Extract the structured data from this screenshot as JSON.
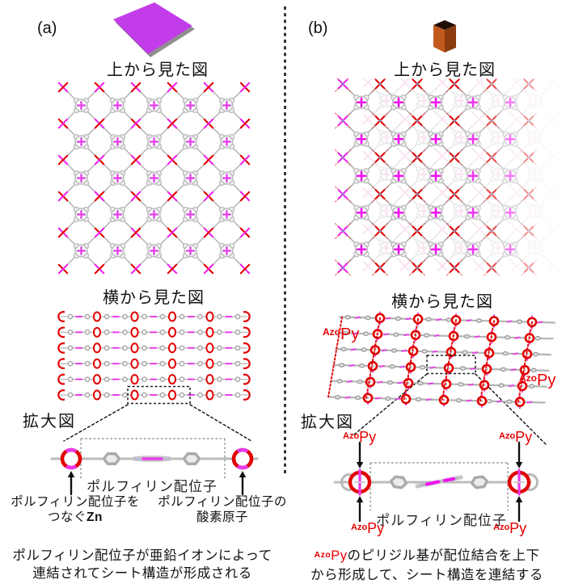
{
  "colors": {
    "red": "#e10000",
    "magenta": "#ee22ee",
    "zn": "#e83ae8",
    "pink_ghost": "#f0a8d8",
    "bond_gray": "#b2b2b2",
    "atom_gray": "#c2c2c2",
    "nitrogen": "#9292dc",
    "steel": "#7f8fc0",
    "black": "#1a1a1a",
    "dash_gray": "#999999",
    "azopy_red": "#e60000"
  },
  "panel_a": {
    "label": "(a)",
    "sheet_color": "#c33ce9",
    "sheet_shadow": "#454545",
    "top_view_title": "上から見た図",
    "side_view_title": "横から見た図",
    "zoom_title": "拡大図",
    "ligand_label": "ポルフィリン配位子",
    "annotation_zn_line1": "ポルフィリン配位子を",
    "annotation_zn_line2_prefix": "つなぐ",
    "annotation_zn_line2_zn": "Zn",
    "annotation_oxygen_line1": "ポルフィリン配位子の",
    "annotation_oxygen_line2": "酸素原子",
    "caption": [
      "ポルフィリン配位子が亜鉛イオンによって",
      "連結されてシート構造が形成される"
    ],
    "lattice": {
      "porphyrin_rows": 5,
      "porphyrin_cols": 5,
      "node_rows": 6,
      "node_cols": 6
    },
    "side_chain_rows": 6
  },
  "panel_b": {
    "label": "(b)",
    "cube_colors": {
      "top": "#200d03",
      "front": "#c2591c",
      "side": "#8c3c10"
    },
    "top_view_title": "上から見た図",
    "side_view_title": "横から見た図",
    "zoom_title": "拡大図",
    "ligand_label": "ポルフィリン配位子",
    "azopy": {
      "prefix": "Azo",
      "main": "Py"
    },
    "caption_line1_text": "のピリジル基が配位結合を上下",
    "caption_line2": "から形成して、シート構造を連結する",
    "lattice": {
      "porphyrin_rows": 5,
      "porphyrin_cols": 5,
      "node_rows": 6,
      "node_cols": 6
    },
    "side_chain_rows": 6
  }
}
